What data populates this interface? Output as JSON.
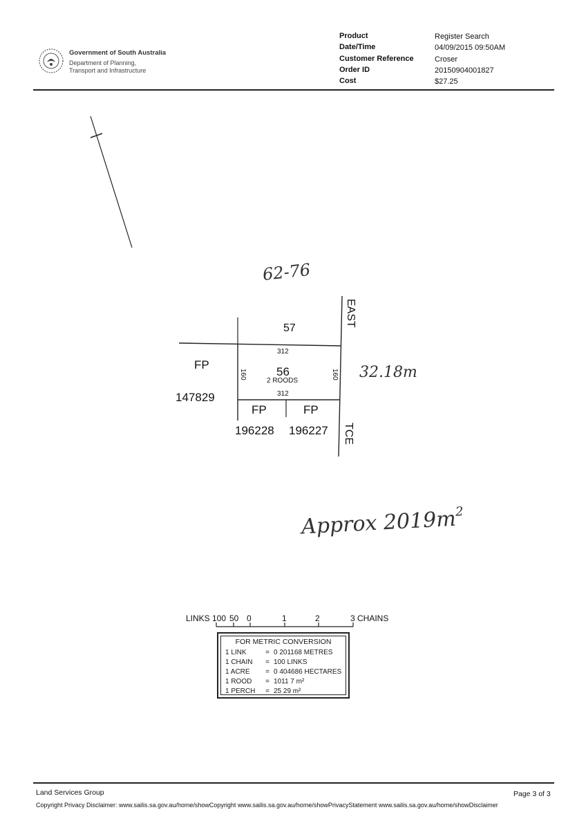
{
  "header": {
    "org_name": "Government of South Australia",
    "dept_line1": "Department of Planning,",
    "dept_line2": "Transport and Infrastructure",
    "meta": [
      {
        "label": "Product",
        "value": "Register Search"
      },
      {
        "label": "Date/Time",
        "value": "04/09/2015 09:50AM"
      },
      {
        "label": "Customer Reference",
        "value": "Croser"
      },
      {
        "label": "Order ID",
        "value": "20150904001827"
      },
      {
        "label": "Cost",
        "value": "$27.25"
      }
    ]
  },
  "plan": {
    "handwritten_top": "62-76",
    "handwritten_side": "32.18m",
    "handwritten_area": "Approx 2019m",
    "handwritten_area_sup": "2",
    "lot_57": "57",
    "lot_56": "56",
    "lot_56_area": "2 ROODS",
    "dim_top": "312",
    "dim_bottom": "312",
    "dim_left": "160",
    "dim_right": "160",
    "fp_left": "FP",
    "fp_left_num": "147829",
    "fp_a": "FP",
    "fp_a_num": "196228",
    "fp_b": "FP",
    "fp_b_num": "196227",
    "street_top": "EAST",
    "street_bottom": "TCE"
  },
  "scale": {
    "links_label": "LINKS",
    "ticks": [
      "100",
      "50",
      "0",
      "1",
      "2",
      "3"
    ],
    "chains_label": "CHAINS"
  },
  "metric": {
    "title": "FOR METRIC CONVERSION",
    "rows": [
      {
        "unit": "1 LINK",
        "eq": "=",
        "value": "0 201168 METRES"
      },
      {
        "unit": "1 CHAIN",
        "eq": "=",
        "value": "100 LINKS"
      },
      {
        "unit": "1 ACRE",
        "eq": "=",
        "value": "0 404686 HECTARES"
      },
      {
        "unit": "1 ROOD",
        "eq": "=",
        "value": "1011 7 m²"
      },
      {
        "unit": "1 PERCH",
        "eq": "=",
        "value": "25 29 m²"
      }
    ]
  },
  "footer": {
    "group": "Land Services Group",
    "page": "Page 3 of 3",
    "disclaimer": "Copyright Privacy Disclaimer: www.sailis.sa.gov.au/home/showCopyright www.sailis.sa.gov.au/home/showPrivacyStatement www.sailis.sa.gov.au/home/showDisclaimer"
  }
}
